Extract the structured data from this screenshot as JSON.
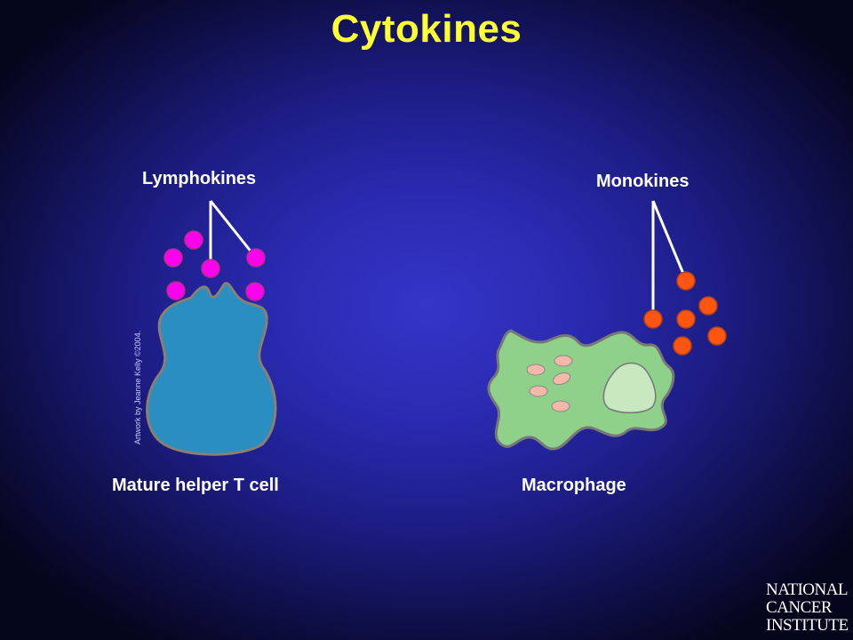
{
  "title": "Cytokines",
  "labels": {
    "lymphokines": "Lymphokines",
    "monokines": "Monokines",
    "t_cell": "Mature helper T cell",
    "macrophage": "Macrophage"
  },
  "credit": "Artwork by Jeanne Kelly ©2004.",
  "logo": {
    "line1": "NATIONAL",
    "line2": "CANCER",
    "line3": "INSTITUTE"
  },
  "colors": {
    "title": "#ffff33",
    "lymphokine": "#ff00ee",
    "monokine": "#ff5511",
    "t_cell": "#2a8fc0",
    "macrophage": "#8fd08a",
    "macrophage_nucleus": "#c8e8c0",
    "granule": "#f4b8a8"
  }
}
